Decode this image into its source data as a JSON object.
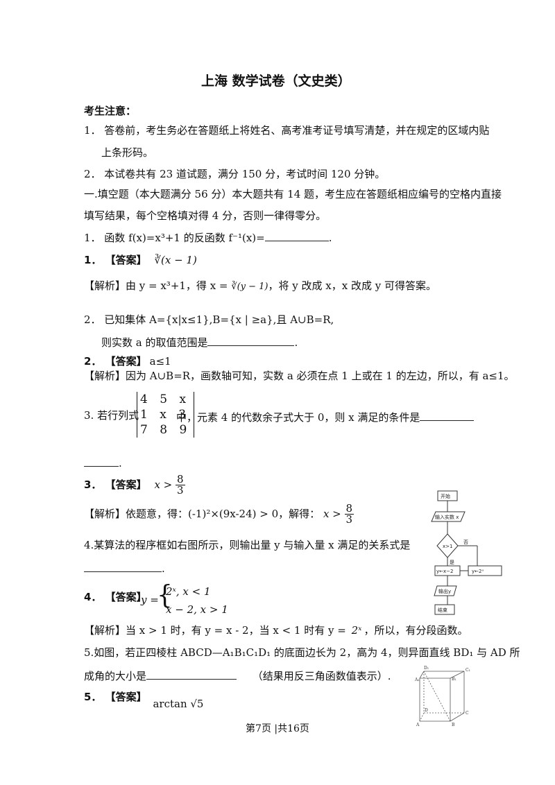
{
  "title": "上海 数学试卷（文史类）",
  "notice": {
    "heading": "考生注意：",
    "item1_a": "1．  答卷前，考生务必在答题纸上将姓名、高考准考证号填写清楚，并在规定的区域内贴",
    "item1_b": "上条形码。",
    "item2": "2．  本试卷共有 23 道试题，满分 150 分，考试时间 120 分钟。"
  },
  "section1": {
    "line1": "一.填空题（本大题满分 56 分）本大题共有 14 题，考生应在答题纸相应编号的空格内直接",
    "line2": "填写结果，每个空格填对得 4 分，否则一律得零分。"
  },
  "q1": {
    "question": "1．  函数 f(x)=x³+1 的反函数 f⁻¹(x)=",
    "answer_label": "1．  【答案】",
    "answer": "∛(x − 1)",
    "analysis": "【解析】由 y = x³+1，得 x =",
    "analysis_expr": "∛(y − 1)",
    "analysis_tail": "，将 y 改成 x，x 改成 y 可得答案。"
  },
  "q2": {
    "question_a": "2．  已知集体 A={x|x≤1},B={x | ≥a},且 A∪B=R,",
    "question_b": "则实数 a 的取值范围是",
    "answer_label": "2．  【答案】",
    "answer": "a≤1",
    "analysis": "【解析】因为 A∪B=R，画数轴可知，实数 a 必须在点 1 上或在 1 的左边，所以，有 a≤1。"
  },
  "q3": {
    "question_pre": "3. 若行列式",
    "matrix": [
      "4 5 x",
      "1 x 3",
      "7 8 9"
    ],
    "question_post": "中，元素 4 的代数余子式大于 0，则 x 满足的条件是",
    "answer_label": "3．  【答案】",
    "answer_lhs": "x >",
    "answer_num": "8",
    "answer_den": "3",
    "analysis": "【解析】依题意，得：(-1)²×(9x-24) > 0，解得：",
    "analysis_lhs": "x >",
    "analysis_num": "8",
    "analysis_den": "3"
  },
  "q4": {
    "question": "4.某算法的程序框如右图所示，则输出量 y 与输入量 x 满足的关系式是",
    "answer_label": "4．  【答案】",
    "answer_y": "y =",
    "case1": "2ˣ, x < 1",
    "case2": "x − 2, x > 1",
    "analysis_a": "【解析】当 x > 1 时，有 y = x - 2，当 x < 1 时有 y =",
    "analysis_b": "2ˣ",
    "analysis_c": "，所以，有分段函数。",
    "flow": {
      "start": "开始",
      "input": "输入实数 x",
      "cond": "x>1",
      "yes": "是",
      "no": "否",
      "left_assign": "y←x−2",
      "right_assign": "y←2ˣ",
      "output": "输出y",
      "end": "结束"
    }
  },
  "q5": {
    "question_a": "5.如图，若正四棱柱 ABCD—A₁B₁C₁D₁ 的底面边长为 2，高为 4，则异面直线 BD₁ 与 AD 所",
    "question_b": "成角的大小是",
    "question_c": "（结果用反三角函数值表示）.",
    "answer_label": "5．  【答案】",
    "answer": "arctan √5",
    "cube_labels": {
      "d1": "D₁",
      "c1": "C₁",
      "a1": "A₁",
      "b1": "B₁",
      "d": "D",
      "c": "C",
      "a": "A",
      "b": "B"
    }
  },
  "footer": "第7页 |共16页"
}
